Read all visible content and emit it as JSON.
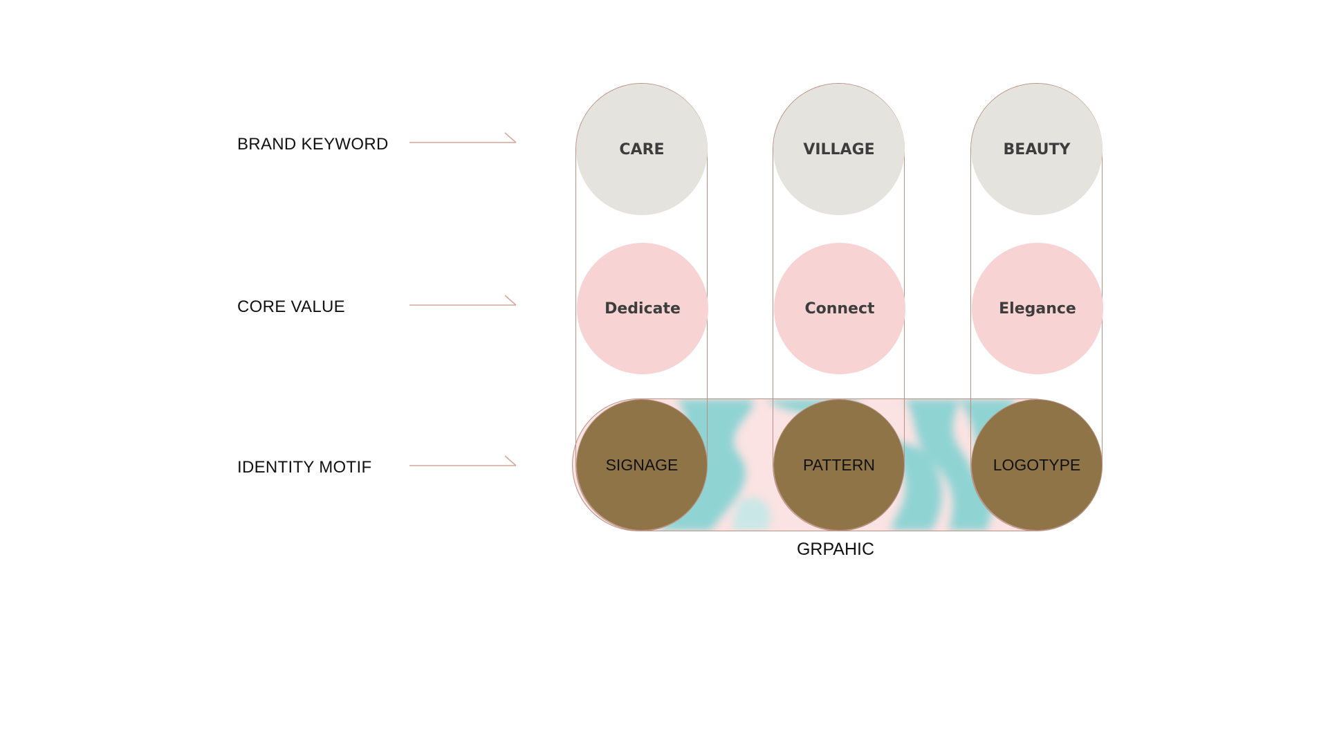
{
  "colors": {
    "keyword_fill": "#e5e3de",
    "value_fill": "#f7d3d4",
    "motif_fill": "#8e7447",
    "outline": "#b98f80",
    "pattern_teal": "#8fd3d3",
    "pattern_pink": "#fbe3e3"
  },
  "rows": [
    {
      "label": "BRAND KEYWORD",
      "arrow_icon": "arrow-right-icon"
    },
    {
      "label": "CORE VALUE",
      "arrow_icon": "arrow-right-icon"
    },
    {
      "label": "IDENTITY MOTIF",
      "arrow_icon": "arrow-right-icon"
    }
  ],
  "columns": [
    {
      "keyword": "CARE",
      "value": "Dedicate",
      "motif": "SIGNAGE"
    },
    {
      "keyword": "VILLAGE",
      "value": "Connect",
      "motif": "PATTERN"
    },
    {
      "keyword": "BEAUTY",
      "value": "Elegance",
      "motif": "LOGOTYPE"
    }
  ],
  "graphic": {
    "label": "GRPAHIC"
  }
}
